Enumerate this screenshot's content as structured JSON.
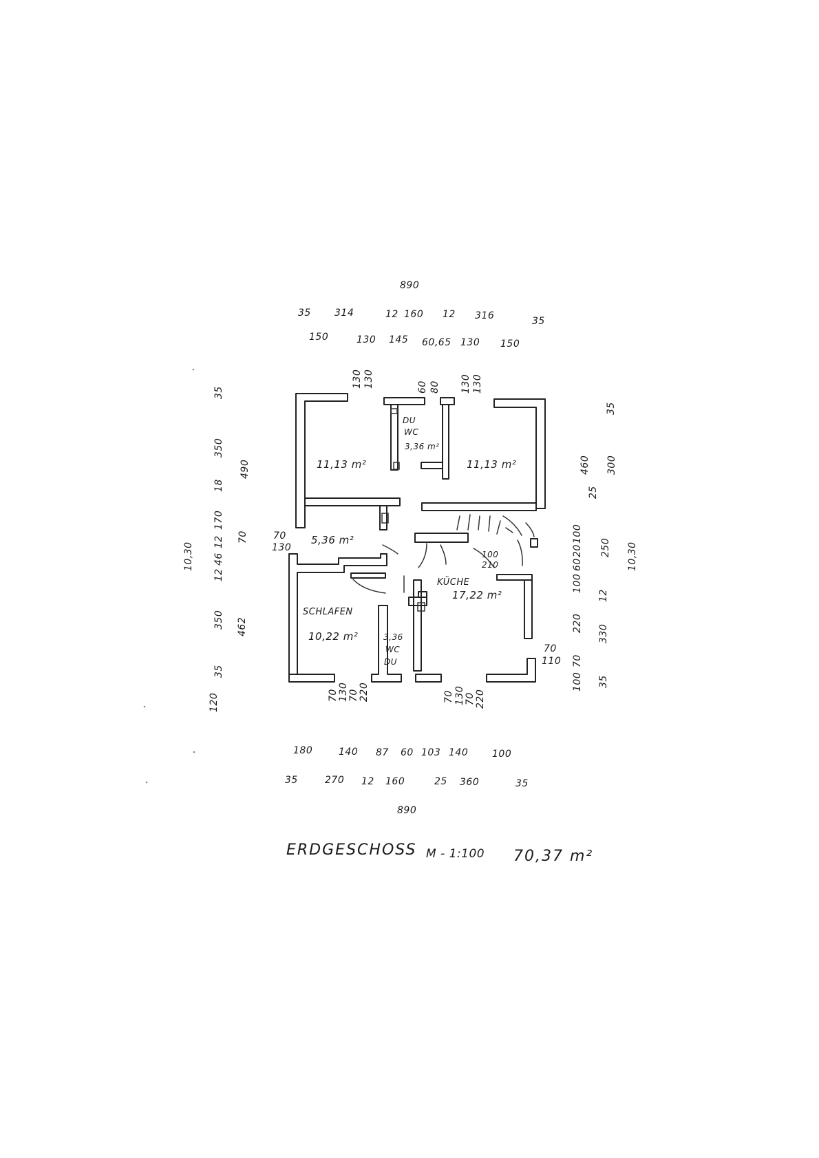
{
  "dims": {
    "top_total": "890",
    "top_row1": [
      "35",
      "314",
      "12",
      "160",
      "12",
      "316",
      "35"
    ],
    "top_row2": [
      "150",
      "130",
      "145",
      "60,65",
      "130",
      "150"
    ],
    "top_window": [
      "130",
      "130",
      "60",
      "80",
      "130",
      "130"
    ],
    "bottom_row1": [
      "180",
      "140",
      "87",
      "60",
      "103",
      "140",
      "100"
    ],
    "bottom_row2": [
      "35",
      "270",
      "12",
      "160",
      "25",
      "360",
      "35"
    ],
    "bottom_total": "890",
    "left_outer": [
      "35",
      "350",
      "18",
      "170",
      "12",
      "46",
      "12",
      "350",
      "35",
      "120"
    ],
    "left_total": "10,30",
    "left_inner": [
      "490",
      "70",
      "462"
    ],
    "right_inner": [
      "460",
      "25",
      "100",
      "20",
      "60",
      "100",
      "220",
      "100",
      "70"
    ],
    "right_outer": [
      "35",
      "300",
      "250",
      "12",
      "330",
      "35"
    ],
    "right_total": "10,30",
    "window_left": [
      "70",
      "130"
    ],
    "window_right": [
      "70",
      "110"
    ],
    "window_bottom_left": [
      "70",
      "130",
      "70",
      "220"
    ],
    "window_bottom_mid": [
      "70",
      "130",
      "70",
      "220"
    ],
    "kitchen_window": [
      "100",
      "210"
    ]
  },
  "rooms": {
    "room_top_left": "11,13 m²",
    "bath_top_lines": [
      "DU",
      "WC",
      "3,36 m²"
    ],
    "room_top_right": "11,13 m²",
    "hall": "5,36 m²",
    "kitchen_name": "KÜCHE",
    "kitchen_area": "17,22 m²",
    "bedroom_name": "SCHLAFEN",
    "bedroom_area": "10,22 m²",
    "bath_bottom_lines": [
      "3,36",
      "WC",
      "DU"
    ]
  },
  "title": {
    "floor": "ERDGESCHOSS",
    "scale": "M - 1:100",
    "total_area": "70,37 m²"
  },
  "colors": {
    "ink": "#1b1b1b",
    "paper": "#ffffff"
  }
}
